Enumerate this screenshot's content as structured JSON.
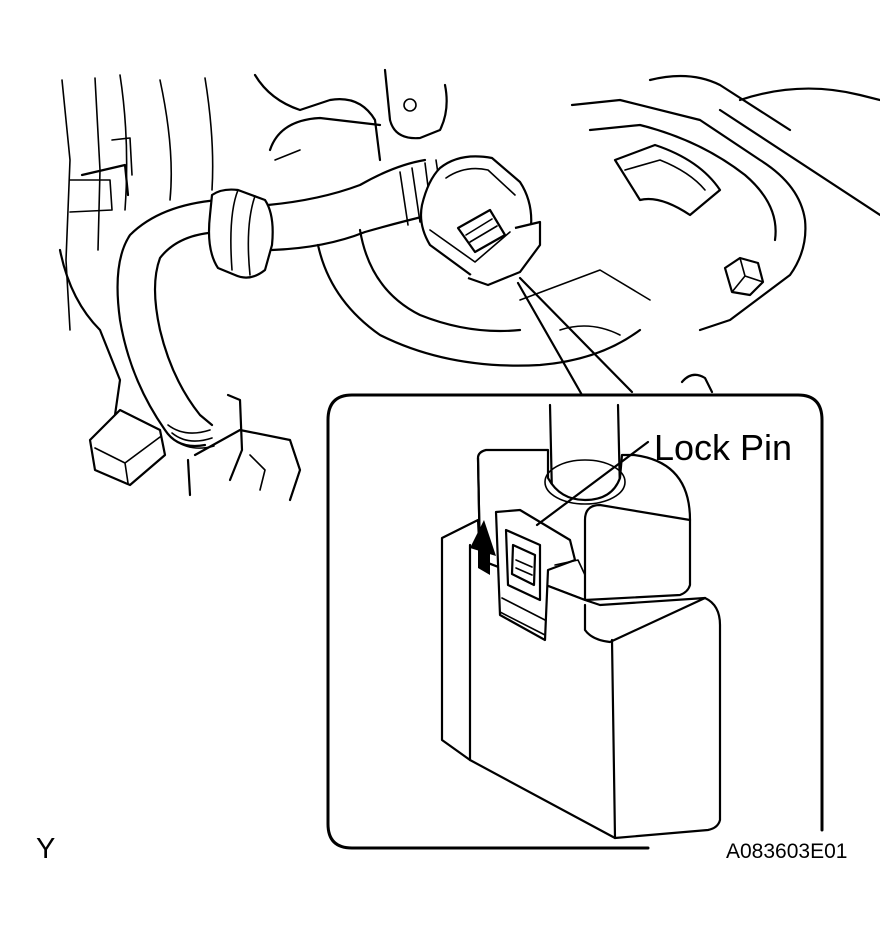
{
  "callout_label": "Lock Pin",
  "view_letter": "Y",
  "figure_code": "A083603E01",
  "icons": {
    "arrow": "up-arrow-icon",
    "bolt": "hex-bolt-icon"
  }
}
